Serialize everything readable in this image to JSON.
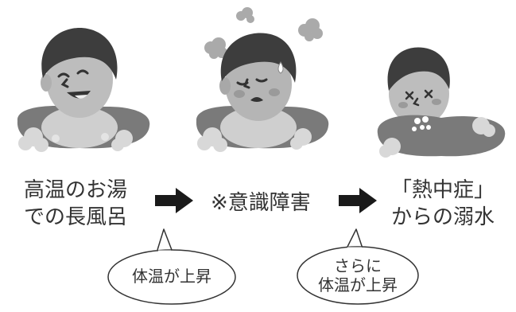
{
  "scenes": [
    {
      "caption_lines": [
        "高温のお湯",
        "での長風呂"
      ]
    },
    {
      "caption_lines": [
        "※意識障害"
      ]
    },
    {
      "caption_lines": [
        "「熱中症」",
        "からの溺水"
      ]
    }
  ],
  "bubbles": [
    {
      "lines": [
        "体温が上昇"
      ]
    },
    {
      "lines": [
        "さらに",
        "体温が上昇"
      ]
    }
  ],
  "colors": {
    "text": "#333333",
    "water": "#7a7a7a",
    "hair": "#3d3d3d",
    "skin": "#bdbdbd",
    "steam": "#aaaaaa",
    "arrow": "#1a1a1a"
  }
}
